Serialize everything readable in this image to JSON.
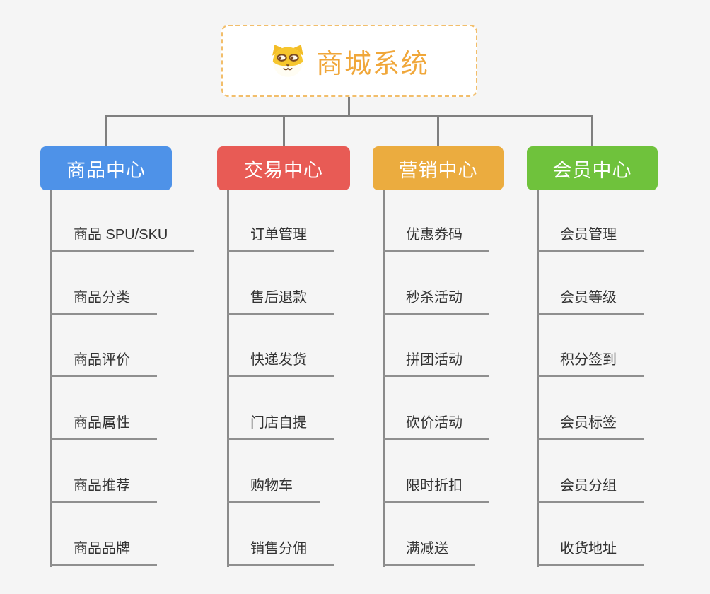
{
  "root": {
    "title": "商城系统",
    "title_color": "#f0a73a",
    "border_color": "#f2be6b",
    "icon": "dog-face-icon"
  },
  "colors": {
    "background": "#f5f5f5",
    "connector": "#7f7f7f",
    "underline": "#8f8f8f",
    "item_text": "#333333"
  },
  "branches": [
    {
      "label": "商品中心",
      "color": "#4e92e8",
      "items": [
        "商品 SPU/SKU",
        "商品分类",
        "商品评价",
        "商品属性",
        "商品推荐",
        "商品品牌"
      ]
    },
    {
      "label": "交易中心",
      "color": "#e85b55",
      "items": [
        "订单管理",
        "售后退款",
        "快递发货",
        "门店自提",
        "购物车",
        "销售分佣"
      ]
    },
    {
      "label": "营销中心",
      "color": "#ebac3f",
      "items": [
        "优惠券码",
        "秒杀活动",
        "拼团活动",
        "砍价活动",
        "限时折扣",
        "满减送"
      ]
    },
    {
      "label": "会员中心",
      "color": "#6fc23c",
      "items": [
        "会员管理",
        "会员等级",
        "积分签到",
        "会员标签",
        "会员分组",
        "收货地址"
      ]
    }
  ]
}
